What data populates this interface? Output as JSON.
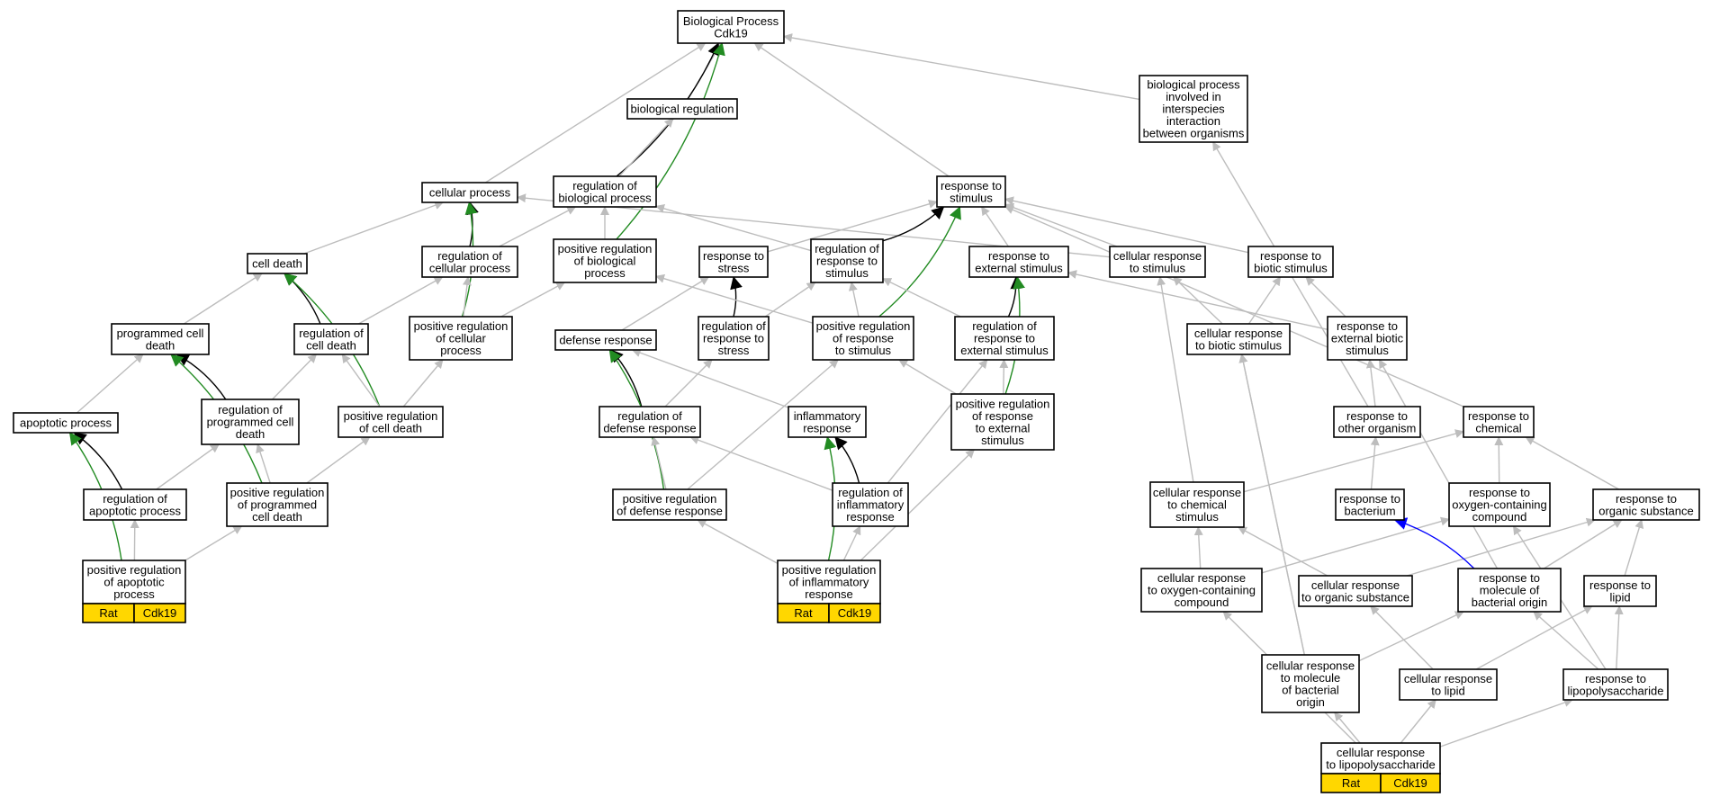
{
  "colors": {
    "edge_default": "#bdbdbd",
    "edge_regulates": "#000000",
    "edge_positively_regulates": "#228b22",
    "edge_occurs_in": "#0000ff",
    "annotation_fill": "#ffd700",
    "node_border": "#000000",
    "background": "#ffffff"
  },
  "nodes": [
    {
      "id": "bp",
      "lines": [
        "Biological Process",
        "Cdk19"
      ]
    },
    {
      "id": "bpiibo",
      "lines": [
        "biological process",
        "involved in",
        "interspecies",
        "interaction",
        "between organisms"
      ]
    },
    {
      "id": "breg",
      "lines": [
        "biological regulation"
      ]
    },
    {
      "id": "cellproc",
      "lines": [
        "cellular process"
      ]
    },
    {
      "id": "regbp",
      "lines": [
        "regulation of",
        "biological process"
      ]
    },
    {
      "id": "rstim",
      "lines": [
        "response to",
        "stimulus"
      ]
    },
    {
      "id": "celldeath",
      "lines": [
        "cell death"
      ]
    },
    {
      "id": "regcp",
      "lines": [
        "regulation of",
        "cellular process"
      ]
    },
    {
      "id": "posregbp",
      "lines": [
        "positive regulation",
        "of biological",
        "process"
      ]
    },
    {
      "id": "rstress",
      "lines": [
        "response to",
        "stress"
      ]
    },
    {
      "id": "regrs",
      "lines": [
        "regulation of",
        "response to",
        "stimulus"
      ]
    },
    {
      "id": "rext",
      "lines": [
        "response to",
        "external stimulus"
      ]
    },
    {
      "id": "crstim",
      "lines": [
        "cellular response",
        "to stimulus"
      ]
    },
    {
      "id": "rbio",
      "lines": [
        "response to",
        "biotic stimulus"
      ]
    },
    {
      "id": "pcd",
      "lines": [
        "programmed cell",
        "death"
      ]
    },
    {
      "id": "regcd",
      "lines": [
        "regulation of",
        "cell death"
      ]
    },
    {
      "id": "posregcp",
      "lines": [
        "positive regulation",
        "of cellular",
        "process"
      ]
    },
    {
      "id": "defresp",
      "lines": [
        "defense response"
      ]
    },
    {
      "id": "regrstress",
      "lines": [
        "regulation of",
        "response to",
        "stress"
      ]
    },
    {
      "id": "posregrs",
      "lines": [
        "positive regulation",
        "of response",
        "to stimulus"
      ]
    },
    {
      "id": "regrext",
      "lines": [
        "regulation of",
        "response to",
        "external stimulus"
      ]
    },
    {
      "id": "crbio",
      "lines": [
        "cellular response",
        "to biotic stimulus"
      ]
    },
    {
      "id": "rextbio",
      "lines": [
        "response to",
        "external biotic",
        "stimulus"
      ]
    },
    {
      "id": "apop",
      "lines": [
        "apoptotic process"
      ]
    },
    {
      "id": "regpcd",
      "lines": [
        "regulation of",
        "programmed cell",
        "death"
      ]
    },
    {
      "id": "posregcd",
      "lines": [
        "positive regulation",
        "of cell death"
      ]
    },
    {
      "id": "regdef",
      "lines": [
        "regulation of",
        "defense response"
      ]
    },
    {
      "id": "inflam",
      "lines": [
        "inflammatory",
        "response"
      ]
    },
    {
      "id": "posregrext",
      "lines": [
        "positive regulation",
        "of response",
        "to external",
        "stimulus"
      ]
    },
    {
      "id": "rother",
      "lines": [
        "response to",
        "other organism"
      ]
    },
    {
      "id": "rchem",
      "lines": [
        "response to",
        "chemical"
      ]
    },
    {
      "id": "regapop",
      "lines": [
        "regulation of",
        "apoptotic process"
      ]
    },
    {
      "id": "posregpcd",
      "lines": [
        "positive regulation",
        "of programmed",
        "cell death"
      ]
    },
    {
      "id": "posregdef",
      "lines": [
        "positive regulation",
        "of defense response"
      ]
    },
    {
      "id": "reginflam",
      "lines": [
        "regulation of",
        "inflammatory",
        "response"
      ]
    },
    {
      "id": "crchem",
      "lines": [
        "cellular response",
        "to chemical",
        "stimulus"
      ]
    },
    {
      "id": "rbact",
      "lines": [
        "response to",
        "bacterium"
      ]
    },
    {
      "id": "roxy",
      "lines": [
        "response to",
        "oxygen-containing",
        "compound"
      ]
    },
    {
      "id": "rorg",
      "lines": [
        "response to",
        "organic substance"
      ]
    },
    {
      "id": "posregapop",
      "lines": [
        "positive regulation",
        "of apoptotic",
        "process"
      ],
      "tags": [
        "Rat",
        "Cdk19"
      ]
    },
    {
      "id": "posreginflam",
      "lines": [
        "positive regulation",
        "of inflammatory",
        "response"
      ],
      "tags": [
        "Rat",
        "Cdk19"
      ]
    },
    {
      "id": "croxy",
      "lines": [
        "cellular response",
        "to oxygen-containing",
        "compound"
      ]
    },
    {
      "id": "crorg",
      "lines": [
        "cellular response",
        "to organic substance"
      ]
    },
    {
      "id": "rmol",
      "lines": [
        "response to",
        "molecule of",
        "bacterial origin"
      ]
    },
    {
      "id": "rlipid",
      "lines": [
        "response to",
        "lipid"
      ]
    },
    {
      "id": "crmol",
      "lines": [
        "cellular response",
        "to molecule",
        "of bacterial",
        "origin"
      ]
    },
    {
      "id": "crlipid",
      "lines": [
        "cellular response",
        "to lipid"
      ]
    },
    {
      "id": "rlps",
      "lines": [
        "response to",
        "lipopolysaccharide"
      ]
    },
    {
      "id": "crlps",
      "lines": [
        "cellular response",
        "to lipopolysaccharide"
      ],
      "tags": [
        "Rat",
        "Cdk19"
      ]
    }
  ],
  "edges": [
    {
      "from": "cellproc",
      "to": "bp",
      "kind": "is_a"
    },
    {
      "from": "breg",
      "to": "bp",
      "kind": "is_a"
    },
    {
      "from": "regbp",
      "to": "bp",
      "kind": "regulates"
    },
    {
      "from": "posregbp",
      "to": "bp",
      "kind": "positively_regulates"
    },
    {
      "from": "rstim",
      "to": "bp",
      "kind": "is_a"
    },
    {
      "from": "bpiibo",
      "to": "bp",
      "kind": "is_a"
    },
    {
      "from": "regbp",
      "to": "breg",
      "kind": "is_a"
    },
    {
      "from": "celldeath",
      "to": "cellproc",
      "kind": "is_a"
    },
    {
      "from": "regcp",
      "to": "cellproc",
      "kind": "regulates"
    },
    {
      "from": "posregcp",
      "to": "cellproc",
      "kind": "positively_regulates"
    },
    {
      "from": "crstim",
      "to": "cellproc",
      "kind": "is_a"
    },
    {
      "from": "regcp",
      "to": "regbp",
      "kind": "is_a"
    },
    {
      "from": "posregbp",
      "to": "regbp",
      "kind": "is_a"
    },
    {
      "from": "regrs",
      "to": "regbp",
      "kind": "is_a"
    },
    {
      "from": "rstress",
      "to": "rstim",
      "kind": "is_a"
    },
    {
      "from": "regrs",
      "to": "rstim",
      "kind": "regulates"
    },
    {
      "from": "posregrs",
      "to": "rstim",
      "kind": "positively_regulates"
    },
    {
      "from": "rext",
      "to": "rstim",
      "kind": "is_a"
    },
    {
      "from": "crstim",
      "to": "rstim",
      "kind": "is_a"
    },
    {
      "from": "rbio",
      "to": "rstim",
      "kind": "is_a"
    },
    {
      "from": "rchem",
      "to": "rstim",
      "kind": "is_a"
    },
    {
      "from": "pcd",
      "to": "celldeath",
      "kind": "is_a"
    },
    {
      "from": "regcd",
      "to": "celldeath",
      "kind": "regulates"
    },
    {
      "from": "posregcd",
      "to": "celldeath",
      "kind": "positively_regulates"
    },
    {
      "from": "regcd",
      "to": "regcp",
      "kind": "is_a"
    },
    {
      "from": "posregcp",
      "to": "regcp",
      "kind": "is_a"
    },
    {
      "from": "posregcp",
      "to": "posregbp",
      "kind": "is_a"
    },
    {
      "from": "defresp",
      "to": "rstress",
      "kind": "is_a"
    },
    {
      "from": "regrstress",
      "to": "rstress",
      "kind": "regulates"
    },
    {
      "from": "regrstress",
      "to": "regrs",
      "kind": "is_a"
    },
    {
      "from": "posregrs",
      "to": "regrs",
      "kind": "is_a"
    },
    {
      "from": "posregrs",
      "to": "posregbp",
      "kind": "is_a"
    },
    {
      "from": "regrext",
      "to": "rext",
      "kind": "regulates"
    },
    {
      "from": "posregrext",
      "to": "rext",
      "kind": "positively_regulates"
    },
    {
      "from": "rextbio",
      "to": "rext",
      "kind": "is_a"
    },
    {
      "from": "regrext",
      "to": "regrs",
      "kind": "is_a"
    },
    {
      "from": "crbio",
      "to": "crstim",
      "kind": "is_a"
    },
    {
      "from": "crchem",
      "to": "crstim",
      "kind": "is_a"
    },
    {
      "from": "crbio",
      "to": "rbio",
      "kind": "is_a"
    },
    {
      "from": "rextbio",
      "to": "rbio",
      "kind": "is_a"
    },
    {
      "from": "apop",
      "to": "pcd",
      "kind": "is_a"
    },
    {
      "from": "regpcd",
      "to": "pcd",
      "kind": "regulates"
    },
    {
      "from": "posregpcd",
      "to": "pcd",
      "kind": "positively_regulates"
    },
    {
      "from": "regpcd",
      "to": "regcd",
      "kind": "is_a"
    },
    {
      "from": "posregcd",
      "to": "regcd",
      "kind": "is_a"
    },
    {
      "from": "posregcd",
      "to": "posregcp",
      "kind": "is_a"
    },
    {
      "from": "regdef",
      "to": "defresp",
      "kind": "regulates"
    },
    {
      "from": "posregdef",
      "to": "defresp",
      "kind": "positively_regulates"
    },
    {
      "from": "inflam",
      "to": "defresp",
      "kind": "is_a"
    },
    {
      "from": "regdef",
      "to": "regrstress",
      "kind": "is_a"
    },
    {
      "from": "posregdef",
      "to": "posregrs",
      "kind": "is_a"
    },
    {
      "from": "posregrext",
      "to": "posregrs",
      "kind": "is_a"
    },
    {
      "from": "posregrext",
      "to": "regrext",
      "kind": "is_a"
    },
    {
      "from": "reginflam",
      "to": "regrext",
      "kind": "is_a"
    },
    {
      "from": "rother",
      "to": "rextbio",
      "kind": "is_a"
    },
    {
      "from": "rother",
      "to": "bpiibo",
      "kind": "is_a"
    },
    {
      "from": "rbact",
      "to": "rother",
      "kind": "is_a"
    },
    {
      "from": "crmol",
      "to": "crbio",
      "kind": "is_a"
    },
    {
      "from": "rmol",
      "to": "rextbio",
      "kind": "is_a"
    },
    {
      "from": "regapop",
      "to": "apop",
      "kind": "regulates"
    },
    {
      "from": "posregapop",
      "to": "apop",
      "kind": "positively_regulates"
    },
    {
      "from": "regapop",
      "to": "regpcd",
      "kind": "is_a"
    },
    {
      "from": "posregpcd",
      "to": "regpcd",
      "kind": "is_a"
    },
    {
      "from": "posregpcd",
      "to": "posregcd",
      "kind": "is_a"
    },
    {
      "from": "posregdef",
      "to": "regdef",
      "kind": "is_a"
    },
    {
      "from": "reginflam",
      "to": "regdef",
      "kind": "is_a"
    },
    {
      "from": "reginflam",
      "to": "inflam",
      "kind": "regulates"
    },
    {
      "from": "posreginflam",
      "to": "inflam",
      "kind": "positively_regulates"
    },
    {
      "from": "crchem",
      "to": "rchem",
      "kind": "is_a"
    },
    {
      "from": "roxy",
      "to": "rchem",
      "kind": "is_a"
    },
    {
      "from": "rorg",
      "to": "rchem",
      "kind": "is_a"
    },
    {
      "from": "posregapop",
      "to": "regapop",
      "kind": "is_a"
    },
    {
      "from": "posregapop",
      "to": "posregpcd",
      "kind": "is_a"
    },
    {
      "from": "posreginflam",
      "to": "reginflam",
      "kind": "is_a"
    },
    {
      "from": "posreginflam",
      "to": "posregdef",
      "kind": "is_a"
    },
    {
      "from": "posreginflam",
      "to": "posregrext",
      "kind": "is_a"
    },
    {
      "from": "croxy",
      "to": "crchem",
      "kind": "is_a"
    },
    {
      "from": "crorg",
      "to": "crchem",
      "kind": "is_a"
    },
    {
      "from": "croxy",
      "to": "roxy",
      "kind": "is_a"
    },
    {
      "from": "crorg",
      "to": "rorg",
      "kind": "is_a"
    },
    {
      "from": "rmol",
      "to": "rbact",
      "kind": "occurs_in"
    },
    {
      "from": "rmol",
      "to": "rorg",
      "kind": "is_a"
    },
    {
      "from": "rlipid",
      "to": "rorg",
      "kind": "is_a"
    },
    {
      "from": "crmol",
      "to": "rmol",
      "kind": "is_a"
    },
    {
      "from": "crlipid",
      "to": "crorg",
      "kind": "is_a"
    },
    {
      "from": "crlipid",
      "to": "rlipid",
      "kind": "is_a"
    },
    {
      "from": "rlps",
      "to": "rmol",
      "kind": "is_a"
    },
    {
      "from": "rlps",
      "to": "rlipid",
      "kind": "is_a"
    },
    {
      "from": "rlps",
      "to": "roxy",
      "kind": "is_a"
    },
    {
      "from": "crlps",
      "to": "crmol",
      "kind": "is_a"
    },
    {
      "from": "crlps",
      "to": "crlipid",
      "kind": "is_a"
    },
    {
      "from": "crlps",
      "to": "rlps",
      "kind": "is_a"
    },
    {
      "from": "crlps",
      "to": "croxy",
      "kind": "is_a"
    },
    {
      "from": "crmol",
      "to": "crbio",
      "kind": "is_a"
    }
  ]
}
